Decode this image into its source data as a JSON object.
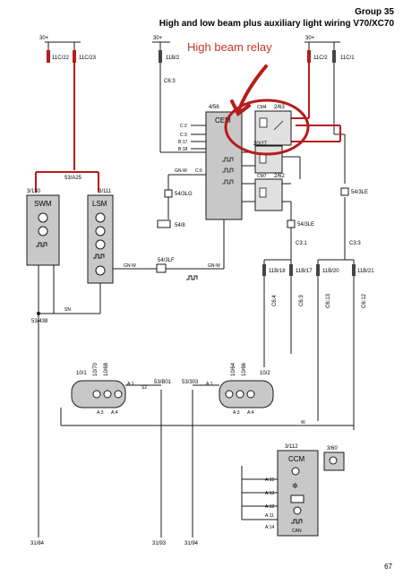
{
  "header": {
    "group": "Group 35",
    "title": "High and low beam plus auxiliary light wiring V70/XC70"
  },
  "annotation": {
    "text": "High beam relay",
    "color": "#c0392b"
  },
  "page_number": "67",
  "colors": {
    "wire": "#1a1a1a",
    "highlight": "#b71c1c",
    "module_fill": "#c8c8c8",
    "annotation": "#c0392b"
  },
  "labels": {
    "p30a": "30+",
    "p30b": "30+",
    "p30c": "30+",
    "f11c22": "11C/22",
    "f11c23": "11C/23",
    "f11b2": "11B/2",
    "f11c2": "11C/2",
    "f11c1": "11C/1",
    "c63": "C6:3",
    "cem": "CEM",
    "cem_id": "4/56",
    "cm4": "CM4",
    "r263": "2/63",
    "r2027": "20/27",
    "cm7": "CM7",
    "r262": "2/62",
    "c54_3lg": "54/3LG",
    "c54_8": "54/8",
    "c54_3le_a": "54/3LE",
    "c54_3le_b": "54/3LE",
    "c3_1": "C3:1",
    "c3_3": "C3:3",
    "s3a25": "53/A25",
    "swm_id": "3/130",
    "swm": "SWM",
    "lsm_id": "3/111",
    "lsm": "LSM",
    "c54_3lf": "54/3LF",
    "f11b18": "11B/18",
    "f11b17": "11B/17",
    "f11b20": "11B/20",
    "f11b21": "11B/21",
    "c6_4": "C6:4",
    "c6_3": "C6:3",
    "c6_13": "C6:13",
    "c6_12": "C6:12",
    "s3_438": "53/438",
    "l10_1": "10/1",
    "l10_70": "10/70",
    "l10_68": "10/68",
    "l10_64": "10/64",
    "l10_66": "10/66",
    "l10_2": "10/2",
    "s3b01": "53/B01",
    "s3b03": "53/303",
    "ccm_id": "3/112",
    "ccm": "CCM",
    "ccm2_id": "3/60",
    "can": "CAN",
    "g31_84": "31/84",
    "g31_93": "31/93",
    "g31_94": "31/94",
    "w_gnw": "GN-W",
    "w_gnw2": "GN-W",
    "w_gnw3": "GN-W",
    "w_w": "W",
    "w_sn": "SN",
    "pin_c2": "C:2",
    "pin_c3": "C:3",
    "pin_b17": "B:17",
    "pin_b18": "B:18",
    "pin_c6": "C:6",
    "pin_a15": "A:15",
    "pin_a13": "A:13",
    "pin_a12": "A:12",
    "pin_a11": "A:11",
    "pin_a14": "A:14",
    "pin_a3": "A:3",
    "pin_a4": "A:4",
    "pin_a1": "A:1",
    "pin_a1b": "A:1",
    "pin_s2": "S2",
    "pin_a3b": "A:3",
    "pin_a4b": "A:4"
  }
}
